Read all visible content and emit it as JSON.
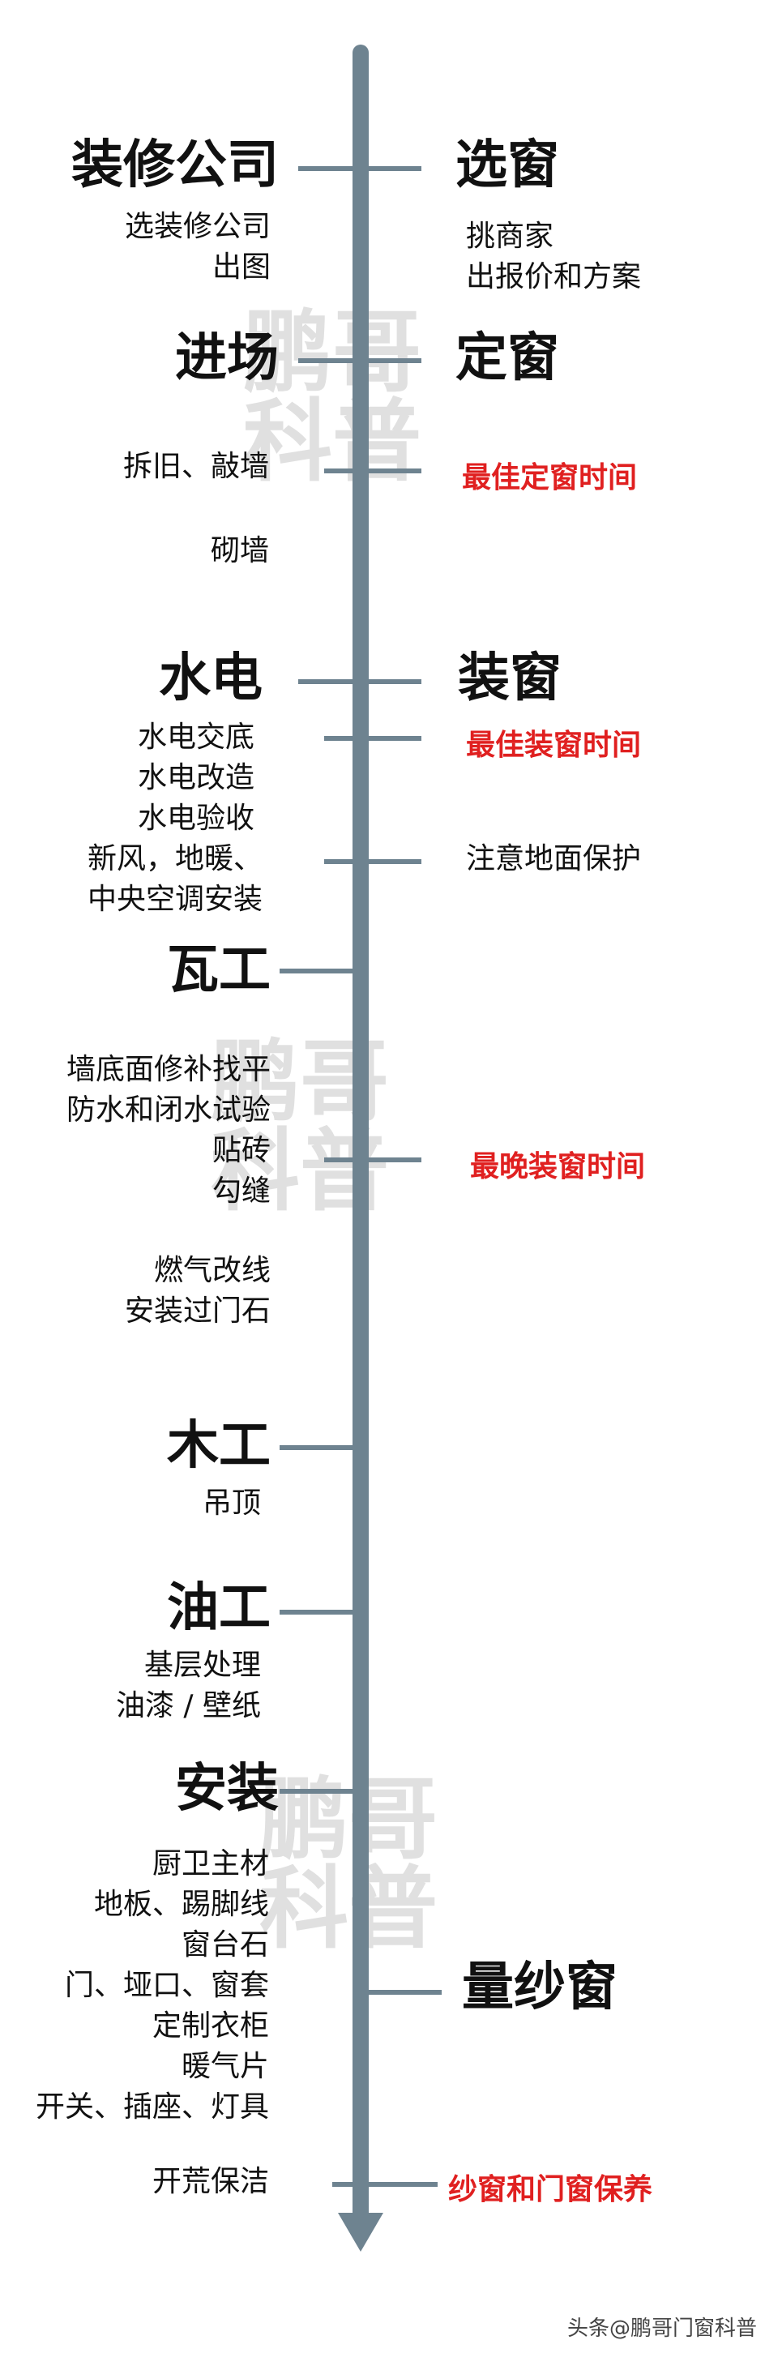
{
  "watermark": {
    "chars": [
      "鹏",
      "哥",
      "科",
      "普"
    ]
  },
  "footer": {
    "label": "头条@鹏哥门窗科普"
  },
  "left": {
    "s1": {
      "title": "装修公司",
      "items": [
        "选装修公司",
        "出图"
      ]
    },
    "s2": {
      "title": "进场",
      "items": [
        "拆旧、敲墙",
        "砌墙"
      ]
    },
    "s3": {
      "title": "水电",
      "items": [
        "水电交底",
        "水电改造",
        "水电验收",
        "新风，地暖、",
        "中央空调安装"
      ]
    },
    "s4": {
      "title": "瓦工",
      "items": [
        "墙底面修补找平",
        "防水和闭水试验",
        "贴砖",
        "勾缝",
        "燃气改线",
        "安装过门石"
      ]
    },
    "s5": {
      "title": "木工",
      "items": [
        "吊顶"
      ]
    },
    "s6": {
      "title": "油工",
      "items": [
        "基层处理",
        "油漆 / 壁纸"
      ]
    },
    "s7": {
      "title": "安装",
      "items": [
        "厨卫主材",
        "地板、踢脚线",
        "窗台石",
        "门、垭口、窗套",
        "定制衣柜",
        "暖气片",
        "开关、插座、灯具",
        "开荒保洁"
      ]
    }
  },
  "right": {
    "xuanchuang": "选窗",
    "xuanchuang_items": [
      "挑商家",
      "出报价和方案"
    ],
    "dingchuang": "定窗",
    "best_order": "最佳定窗时间",
    "zhuangchuang": "装窗",
    "best_install": "最佳装窗时间",
    "floor_protect": "注意地面保护",
    "latest_install": "最晚装窗时间",
    "measure_screen": "量纱窗",
    "maintain": "纱窗和门窗保养"
  },
  "colors": {
    "axis": "#6e8390",
    "highlight": "#e02020",
    "text": "#111111"
  }
}
